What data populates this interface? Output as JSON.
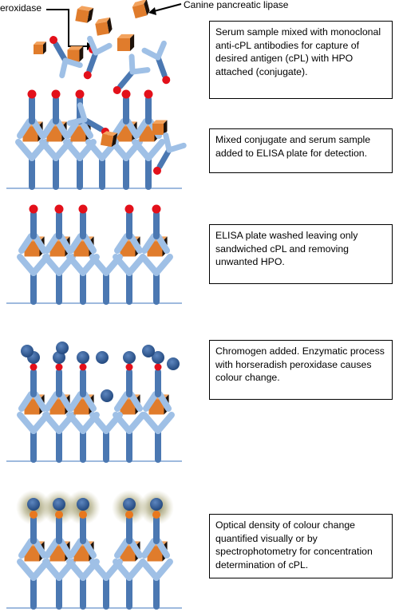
{
  "labels": {
    "peroxidase": "eroxidase",
    "lipase": "Canine pancreatic lipase"
  },
  "steps": [
    {
      "text": "Serum sample mixed with monoclonal anti-cPL antibodies for capture of desired antigen (cPL) with HPO attached (conjugate)."
    },
    {
      "text": "Mixed conjugate and serum sample added to ELISA plate for detection."
    },
    {
      "text": "ELISA plate washed leaving only sandwiched cPL and removing unwanted HPO."
    },
    {
      "text": "Chromogen added. Enzymatic process with horseradish peroxidase causes colour change."
    },
    {
      "text": "Optical density of colour change quantified visually or by spectrophotometry for concentration determination of cPL."
    }
  ],
  "colors": {
    "antibody": "#4b78b2",
    "antibody_light": "#9fc0e6",
    "cube_front": "#e07c2c",
    "cube_top": "#f3a35e",
    "cube_dark": "#1e120a",
    "hpo": "#e3101a",
    "chromogen": "#2f5d9c",
    "glow": "#6f6a36",
    "plate": "#7ea3d4"
  }
}
